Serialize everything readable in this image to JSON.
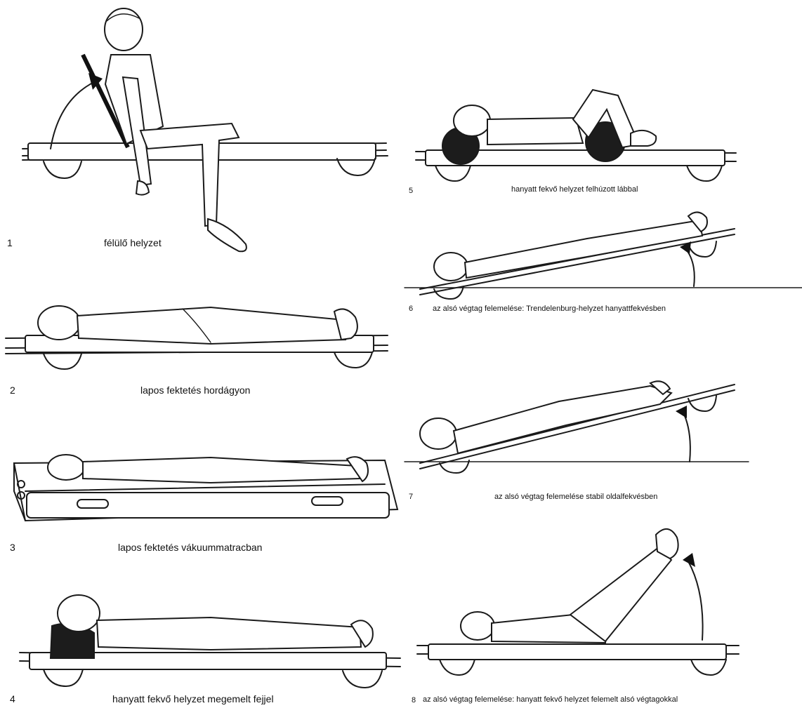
{
  "figures": [
    {
      "number": "1",
      "caption": "félülő helyzet"
    },
    {
      "number": "2",
      "caption": "lapos fektetés hordágyon"
    },
    {
      "number": "3",
      "caption": "lapos fektetés vákuummatracban"
    },
    {
      "number": "4",
      "caption": "hanyatt fekvő helyzet megemelt fejjel"
    },
    {
      "number": "5",
      "caption": "hanyatt fekvő helyzet felhúzott lábbal"
    },
    {
      "number": "6",
      "caption": "az alsó végtag felemelése: Trendelenburg-helyzet hanyattfekvésben"
    },
    {
      "number": "7",
      "caption": "az alsó végtag felemelése stabil oldalfekvésben"
    },
    {
      "number": "8",
      "caption": "az alsó végtag felemelése: hanyatt fekvő helyzet felemelt alsó végtagokkal"
    }
  ]
}
